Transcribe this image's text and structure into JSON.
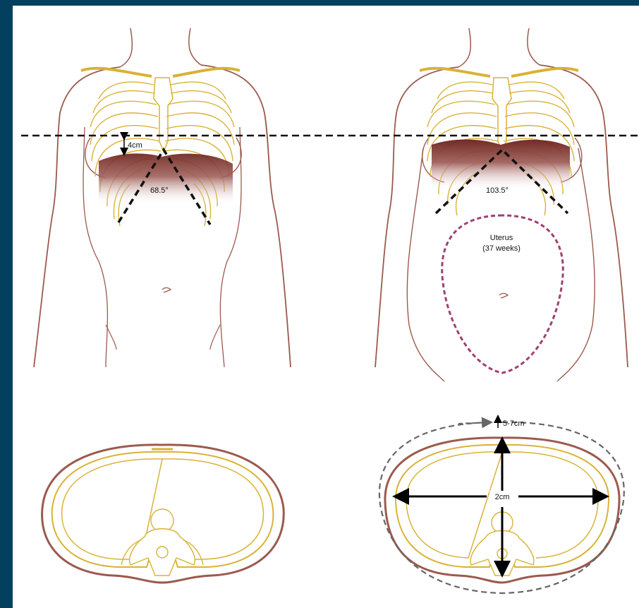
{
  "labels": {
    "left_distance": "4cm",
    "left_angle": "68.5°",
    "right_angle": "103.5°",
    "uterus": "Uterus",
    "uterus_weeks": "(37 weeks)",
    "circumference_increase": "5-7cm",
    "diameter_increase": "2cm"
  },
  "colors": {
    "frame": "#02405d",
    "body_outline": "#9b5a4e",
    "ribs": "#d9b236",
    "diaphragm_dark": "#6b1f1a",
    "uterus_outline": "#a04070",
    "dashed_guide": "#111111",
    "circumference_arrow": "#666666"
  }
}
